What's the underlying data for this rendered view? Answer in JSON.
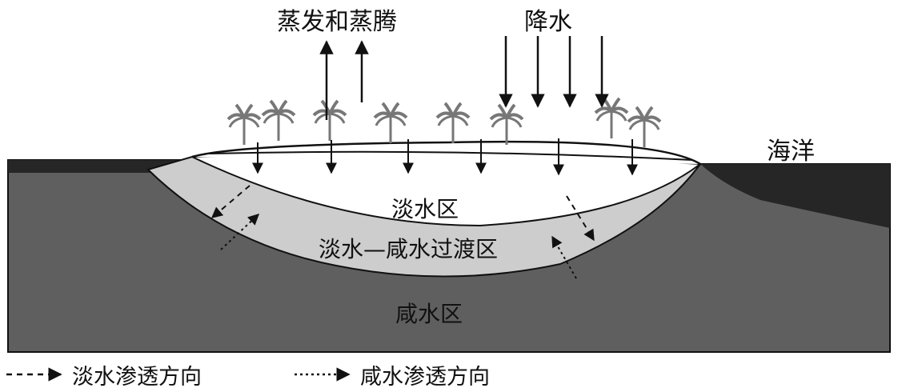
{
  "labels": {
    "evaporation": "蒸发和蒸腾",
    "precipitation": "降水",
    "ocean": "海洋",
    "fresh_zone": "淡水区",
    "transition_zone": "淡水—咸水过渡区",
    "saline_zone": "咸水区"
  },
  "legend": {
    "fresh_seepage": "淡水渗透方向",
    "saline_seepage": "咸水渗透方向"
  },
  "colors": {
    "saline_zone": "#605f5f",
    "ocean": "#262626",
    "transition_zone": "#cdcdcd",
    "fresh_zone": "#ffffff",
    "line": "#111111"
  },
  "icons": {
    "tree": "palm-tree-icon",
    "arrow": "arrow-icon"
  }
}
